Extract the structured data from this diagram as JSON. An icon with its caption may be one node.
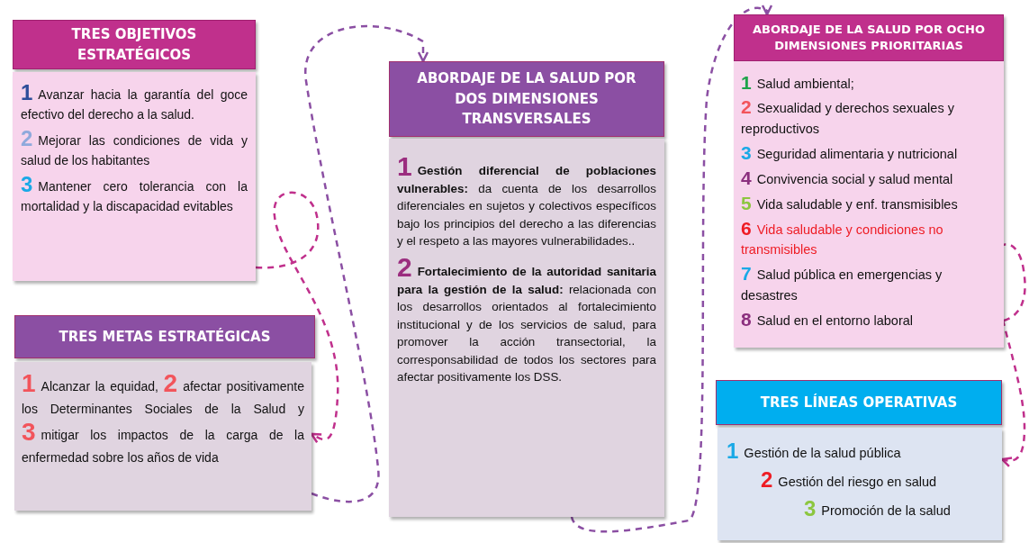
{
  "diagram": {
    "nodes": [
      {
        "text": [
          "TRES OBJETIVOS ESTRATÉGICOS"
        ]
      },
      {
        "text": [
          "1",
          "Avanzar hacia la garantía del goce efectivo del derecho a la salud.",
          "2",
          "Mejorar las condiciones de vida y salud de los habitantes",
          "3",
          "Mantener cero tolerancia con la mortalidad y la discapacidad evitables"
        ]
      },
      {
        "text": [
          "TRES METAS ESTRATÉGICAS"
        ]
      },
      {
        "text": [
          "1",
          "Alcanzar la equidad,",
          "2",
          "afectar positivamente los Determinantes Sociales de la Salud y",
          "3",
          "mitigar los impactos de la carga de la enfermedad sobre los años de vida"
        ]
      },
      {
        "text": [
          "ABORDAJE DE LA SALUD POR DOS DIMENSIONES TRANSVERSALES"
        ]
      },
      {
        "text": [
          "1",
          "**Gestión diferencial de poblaciones vulnerables:** da cuenta de los desarrollos diferenciales en sujetos y colectivos específicos bajo los principios del derecho a las diferencias y el respeto a las mayores vulnerabilidades..",
          "2",
          "**Fortalecimiento de la autoridad sanitaria para la gestión de la salud:** relacionada con los desarrollos orientados al fortalecimiento institucional y de los servicios de salud, para promover la acción transectorial, la corresponsabilidad de todos los sectores para afectar positivamente los DSS."
        ]
      },
      {
        "text": [
          "ABORDAJE DE LA SALUD POR OCHO DIMENSIONES PRIORITARIAS"
        ]
      },
      {
        "text": [
          "1",
          "Salud ambiental;",
          "2",
          "Sexualidad y derechos sexuales y reproductivos",
          "3",
          "Seguridad alimentaria y nutricional",
          "4",
          "Convivencia social y salud mental",
          "5",
          "Vida saludable y enf. transmisibles",
          "6",
          "Vida saludable y condiciones no transmisibles",
          "7",
          "Salud pública en emergencias y desastres",
          "8",
          "Salud en el entorno laboral"
        ]
      },
      {
        "text": [
          "TRES LÍNEAS OPERATIVAS"
        ]
      },
      {
        "text": [
          "1",
          "Gestión de la salud pública",
          "2",
          "Gestión del riesgo en salud",
          "3",
          "Promoción de la salud"
        ]
      }
    ],
    "edges": [
      {
        "from": 1,
        "to": 3,
        "arrow": "to",
        "style": "dashed",
        "color": "#c0308c"
      },
      {
        "from": 3,
        "to": 4,
        "arrow": "to",
        "style": "dashed",
        "color": "#8b4fa3"
      },
      {
        "from": 5,
        "to": 6,
        "arrow": "to",
        "style": "dashed",
        "color": "#8b4fa3"
      },
      {
        "from": 7,
        "to": 9,
        "arrow": "to",
        "style": "dashed",
        "color": "#c0308c"
      }
    ]
  }
}
